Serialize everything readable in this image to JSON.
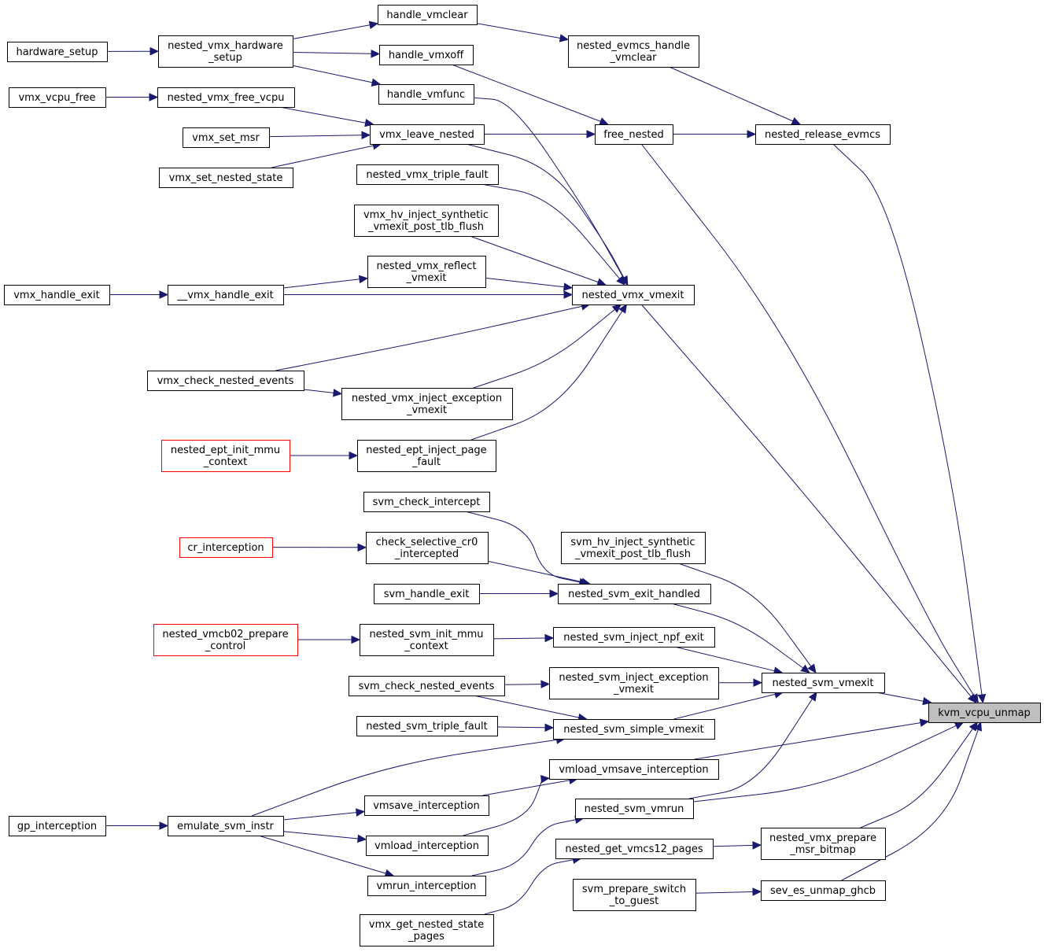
{
  "diagram": {
    "nodes": [
      {
        "id": "hardware_setup",
        "lines": [
          "hardware_setup"
        ]
      },
      {
        "id": "nested_vmx_hardware_setup",
        "lines": [
          "nested_vmx_hardware",
          "_setup"
        ]
      },
      {
        "id": "handle_vmclear",
        "lines": [
          "handle_vmclear"
        ]
      },
      {
        "id": "handle_vmxoff",
        "lines": [
          "handle_vmxoff"
        ]
      },
      {
        "id": "handle_vmfunc",
        "lines": [
          "handle_vmfunc"
        ]
      },
      {
        "id": "nested_evmcs_handle_vmclear",
        "lines": [
          "nested_evmcs_handle",
          "_vmclear"
        ]
      },
      {
        "id": "vmx_vcpu_free",
        "lines": [
          "vmx_vcpu_free"
        ]
      },
      {
        "id": "nested_vmx_free_vcpu",
        "lines": [
          "nested_vmx_free_vcpu"
        ]
      },
      {
        "id": "vmx_set_msr",
        "lines": [
          "vmx_set_msr"
        ]
      },
      {
        "id": "vmx_leave_nested",
        "lines": [
          "vmx_leave_nested"
        ]
      },
      {
        "id": "free_nested",
        "lines": [
          "free_nested"
        ]
      },
      {
        "id": "nested_release_evmcs",
        "lines": [
          "nested_release_evmcs"
        ]
      },
      {
        "id": "vmx_set_nested_state",
        "lines": [
          "vmx_set_nested_state"
        ]
      },
      {
        "id": "nested_vmx_triple_fault",
        "lines": [
          "nested_vmx_triple_fault"
        ]
      },
      {
        "id": "vmx_hv_inject_synthetic",
        "lines": [
          "vmx_hv_inject_synthetic",
          "_vmexit_post_tlb_flush"
        ]
      },
      {
        "id": "nested_vmx_reflect_vmexit",
        "lines": [
          "nested_vmx_reflect",
          "_vmexit"
        ]
      },
      {
        "id": "vmx_handle_exit",
        "lines": [
          "vmx_handle_exit"
        ]
      },
      {
        "id": "__vmx_handle_exit",
        "lines": [
          "__vmx_handle_exit"
        ]
      },
      {
        "id": "nested_vmx_vmexit",
        "lines": [
          "nested_vmx_vmexit"
        ]
      },
      {
        "id": "vmx_check_nested_events",
        "lines": [
          "vmx_check_nested_events"
        ]
      },
      {
        "id": "nested_vmx_inject_exception_vmexit",
        "lines": [
          "nested_vmx_inject_exception",
          "_vmexit"
        ]
      },
      {
        "id": "nested_ept_init_mmu_context",
        "lines": [
          "nested_ept_init_mmu",
          "_context"
        ]
      },
      {
        "id": "nested_ept_inject_page_fault",
        "lines": [
          "nested_ept_inject_page",
          "_fault"
        ]
      },
      {
        "id": "svm_check_intercept",
        "lines": [
          "svm_check_intercept"
        ]
      },
      {
        "id": "cr_interception",
        "lines": [
          "cr_interception"
        ]
      },
      {
        "id": "check_selective_cr0_intercepted",
        "lines": [
          "check_selective_cr0",
          "_intercepted"
        ]
      },
      {
        "id": "svm_hv_inject_synthetic",
        "lines": [
          "svm_hv_inject_synthetic",
          "_vmexit_post_tlb_flush"
        ]
      },
      {
        "id": "svm_handle_exit",
        "lines": [
          "svm_handle_exit"
        ]
      },
      {
        "id": "nested_svm_exit_handled",
        "lines": [
          "nested_svm_exit_handled"
        ]
      },
      {
        "id": "nested_vmcb02_prepare_control",
        "lines": [
          "nested_vmcb02_prepare",
          "_control"
        ]
      },
      {
        "id": "nested_svm_init_mmu_context",
        "lines": [
          "nested_svm_init_mmu",
          "_context"
        ]
      },
      {
        "id": "nested_svm_inject_npf_exit",
        "lines": [
          "nested_svm_inject_npf_exit"
        ]
      },
      {
        "id": "svm_check_nested_events",
        "lines": [
          "svm_check_nested_events"
        ]
      },
      {
        "id": "nested_svm_inject_exception_vmexit",
        "lines": [
          "nested_svm_inject_exception",
          "_vmexit"
        ]
      },
      {
        "id": "nested_svm_vmexit",
        "lines": [
          "nested_svm_vmexit"
        ]
      },
      {
        "id": "kvm_vcpu_unmap",
        "lines": [
          "kvm_vcpu_unmap"
        ]
      },
      {
        "id": "nested_svm_triple_fault",
        "lines": [
          "nested_svm_triple_fault"
        ]
      },
      {
        "id": "nested_svm_simple_vmexit",
        "lines": [
          "nested_svm_simple_vmexit"
        ]
      },
      {
        "id": "vmload_vmsave_interception",
        "lines": [
          "vmload_vmsave_interception"
        ]
      },
      {
        "id": "vmsave_interception",
        "lines": [
          "vmsave_interception"
        ]
      },
      {
        "id": "gp_interception",
        "lines": [
          "gp_interception"
        ]
      },
      {
        "id": "emulate_svm_instr",
        "lines": [
          "emulate_svm_instr"
        ]
      },
      {
        "id": "nested_svm_vmrun",
        "lines": [
          "nested_svm_vmrun"
        ]
      },
      {
        "id": "vmload_interception",
        "lines": [
          "vmload_interception"
        ]
      },
      {
        "id": "nested_vmx_prepare_msr_bitmap",
        "lines": [
          "nested_vmx_prepare",
          "_msr_bitmap"
        ]
      },
      {
        "id": "nested_get_vmcs12_pages",
        "lines": [
          "nested_get_vmcs12_pages"
        ]
      },
      {
        "id": "vmrun_interception",
        "lines": [
          "vmrun_interception"
        ]
      },
      {
        "id": "svm_prepare_switch_to_guest",
        "lines": [
          "svm_prepare_switch",
          "_to_guest"
        ]
      },
      {
        "id": "sev_es_unmap_ghcb",
        "lines": [
          "sev_es_unmap_ghcb"
        ]
      },
      {
        "id": "vmx_get_nested_state_pages",
        "lines": [
          "vmx_get_nested_state",
          "_pages"
        ]
      }
    ],
    "edges": [
      [
        "hardware_setup",
        "nested_vmx_hardware_setup"
      ],
      [
        "nested_vmx_hardware_setup",
        "handle_vmclear"
      ],
      [
        "nested_vmx_hardware_setup",
        "handle_vmxoff"
      ],
      [
        "nested_vmx_hardware_setup",
        "handle_vmfunc"
      ],
      [
        "handle_vmclear",
        "nested_evmcs_handle_vmclear"
      ],
      [
        "nested_evmcs_handle_vmclear",
        "nested_release_evmcs"
      ],
      [
        "handle_vmxoff",
        "free_nested"
      ],
      [
        "handle_vmfunc",
        "nested_vmx_vmexit"
      ],
      [
        "vmx_vcpu_free",
        "nested_vmx_free_vcpu"
      ],
      [
        "nested_vmx_free_vcpu",
        "vmx_leave_nested"
      ],
      [
        "vmx_set_msr",
        "vmx_leave_nested"
      ],
      [
        "vmx_set_nested_state",
        "vmx_leave_nested"
      ],
      [
        "vmx_leave_nested",
        "free_nested"
      ],
      [
        "vmx_leave_nested",
        "nested_vmx_vmexit"
      ],
      [
        "free_nested",
        "nested_release_evmcs"
      ],
      [
        "free_nested",
        "kvm_vcpu_unmap"
      ],
      [
        "nested_release_evmcs",
        "kvm_vcpu_unmap"
      ],
      [
        "nested_vmx_triple_fault",
        "nested_vmx_vmexit"
      ],
      [
        "vmx_hv_inject_synthetic",
        "nested_vmx_vmexit"
      ],
      [
        "vmx_handle_exit",
        "__vmx_handle_exit"
      ],
      [
        "__vmx_handle_exit",
        "nested_vmx_reflect_vmexit"
      ],
      [
        "__vmx_handle_exit",
        "nested_vmx_vmexit"
      ],
      [
        "nested_vmx_reflect_vmexit",
        "nested_vmx_vmexit"
      ],
      [
        "vmx_check_nested_events",
        "nested_vmx_vmexit"
      ],
      [
        "vmx_check_nested_events",
        "nested_vmx_inject_exception_vmexit"
      ],
      [
        "nested_vmx_inject_exception_vmexit",
        "nested_vmx_vmexit"
      ],
      [
        "nested_ept_init_mmu_context",
        "nested_ept_inject_page_fault"
      ],
      [
        "nested_ept_inject_page_fault",
        "nested_vmx_vmexit"
      ],
      [
        "nested_vmx_vmexit",
        "kvm_vcpu_unmap"
      ],
      [
        "svm_check_intercept",
        "nested_svm_exit_handled"
      ],
      [
        "cr_interception",
        "check_selective_cr0_intercepted"
      ],
      [
        "check_selective_cr0_intercepted",
        "nested_svm_exit_handled"
      ],
      [
        "svm_handle_exit",
        "nested_svm_exit_handled"
      ],
      [
        "nested_svm_exit_handled",
        "nested_svm_vmexit"
      ],
      [
        "svm_hv_inject_synthetic",
        "nested_svm_vmexit"
      ],
      [
        "nested_vmcb02_prepare_control",
        "nested_svm_init_mmu_context"
      ],
      [
        "nested_svm_init_mmu_context",
        "nested_svm_inject_npf_exit"
      ],
      [
        "nested_svm_inject_npf_exit",
        "nested_svm_vmexit"
      ],
      [
        "svm_check_nested_events",
        "nested_svm_inject_exception_vmexit"
      ],
      [
        "svm_check_nested_events",
        "nested_svm_simple_vmexit"
      ],
      [
        "nested_svm_inject_exception_vmexit",
        "nested_svm_vmexit"
      ],
      [
        "nested_svm_triple_fault",
        "nested_svm_simple_vmexit"
      ],
      [
        "nested_svm_simple_vmexit",
        "nested_svm_vmexit"
      ],
      [
        "nested_svm_vmexit",
        "kvm_vcpu_unmap"
      ],
      [
        "vmload_vmsave_interception",
        "kvm_vcpu_unmap"
      ],
      [
        "gp_interception",
        "emulate_svm_instr"
      ],
      [
        "emulate_svm_instr",
        "nested_svm_simple_vmexit"
      ],
      [
        "emulate_svm_instr",
        "vmsave_interception"
      ],
      [
        "emulate_svm_instr",
        "vmload_interception"
      ],
      [
        "emulate_svm_instr",
        "vmrun_interception"
      ],
      [
        "vmsave_interception",
        "vmload_vmsave_interception"
      ],
      [
        "vmload_interception",
        "vmload_vmsave_interception"
      ],
      [
        "vmrun_interception",
        "nested_svm_vmrun"
      ],
      [
        "nested_svm_vmrun",
        "nested_svm_vmexit"
      ],
      [
        "nested_svm_vmrun",
        "kvm_vcpu_unmap"
      ],
      [
        "nested_get_vmcs12_pages",
        "nested_vmx_prepare_msr_bitmap"
      ],
      [
        "nested_vmx_prepare_msr_bitmap",
        "kvm_vcpu_unmap"
      ],
      [
        "vmx_get_nested_state_pages",
        "nested_get_vmcs12_pages"
      ],
      [
        "svm_prepare_switch_to_guest",
        "sev_es_unmap_ghcb"
      ],
      [
        "sev_es_unmap_ghcb",
        "kvm_vcpu_unmap"
      ]
    ]
  }
}
